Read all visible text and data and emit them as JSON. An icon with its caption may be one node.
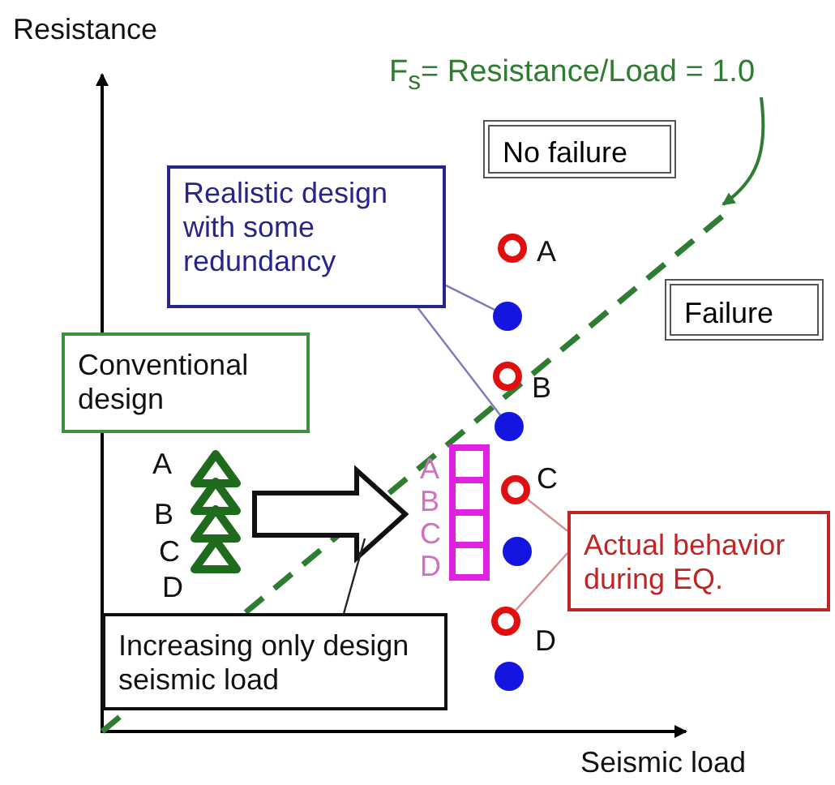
{
  "diagram": {
    "nodes": [
      {
        "text": [
          "F$_{s}$= Resistance/Load = 1.0"
        ]
      },
      {
        "text": [
          "No failure"
        ]
      },
      {
        "text": [
          "Realistic design with some redundancy"
        ]
      },
      {
        "text": [],
        "shape": "circle"
      },
      {
        "text": [
          "Failure"
        ]
      },
      {
        "text": [],
        "shape": "circle"
      },
      {
        "text": [
          "Conventional design"
        ]
      },
      {
        "text": [],
        "shape": "circle"
      },
      {
        "text": [],
        "shape": "circle"
      },
      {
        "text": [],
        "shape": "box"
      },
      {
        "text": [],
        "shape": "triangle"
      },
      {
        "text": [],
        "shape": "circle"
      },
      {
        "text": [
          "Actual behavior during EQ."
        ]
      },
      {
        "text": [],
        "shape": "circle"
      },
      {
        "text": [
          "Increasing only design seismic load"
        ]
      },
      {
        "text": [],
        "shape": "circle"
      },
      {
        "text": [],
        "shape": "circle"
      }
    ],
    "edges": [
      {
        "from": 0,
        "to": null,
        "arrow": "to",
        "color": "#2e7d32"
      },
      {
        "from": 2,
        "to": 5,
        "arrow": "none",
        "color": "#7a7ab8"
      },
      {
        "from": 2,
        "to": 8,
        "arrow": "none",
        "color": "#7a7ab8"
      },
      {
        "from": 10,
        "to": 9,
        "arrow": "to",
        "style": "thick"
      },
      {
        "from": 14,
        "to": null,
        "arrow": "none",
        "color": "#222222"
      },
      {
        "from": 12,
        "to": 11,
        "arrow": "none",
        "color": "#d89090"
      },
      {
        "from": 12,
        "to": 15,
        "arrow": "none",
        "color": "#d89090"
      }
    ],
    "labels": [
      "Resistance",
      "A",
      "B",
      "A",
      "A",
      "C",
      "B",
      "B",
      "C",
      "C",
      "D",
      "D",
      "D",
      "Seismic load"
    ]
  }
}
